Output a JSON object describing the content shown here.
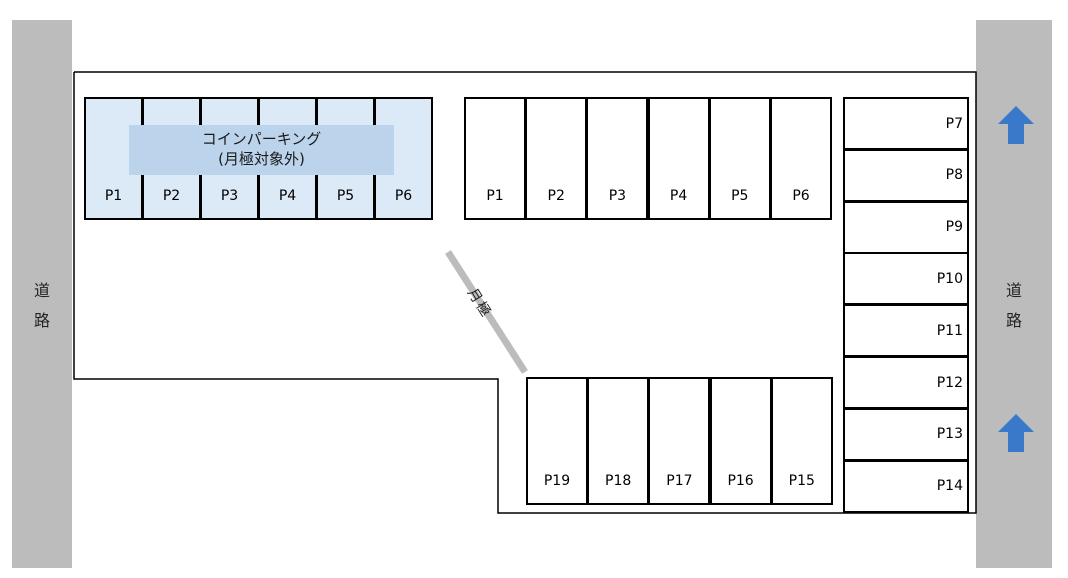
{
  "roads": {
    "left_label": "道\n路",
    "right_label": "道\n路",
    "color": "#bcbcbc"
  },
  "coin_parking": {
    "title": "コインパーキング",
    "subtitle": "(月極対象外)",
    "color": "#dce9f6",
    "stalls": [
      "P1",
      "P2",
      "P3",
      "P4",
      "P5",
      "P6"
    ]
  },
  "monthly_top": {
    "stalls": [
      "P1",
      "P2",
      "P3",
      "P4",
      "P5",
      "P6"
    ]
  },
  "monthly_right": {
    "stalls": [
      "P7",
      "P8",
      "P9",
      "P10",
      "P11",
      "P12",
      "P13",
      "P14"
    ]
  },
  "monthly_bottom": {
    "stalls": [
      "P19",
      "P18",
      "P17",
      "P16",
      "P15"
    ]
  },
  "gate": {
    "label": "月極",
    "color": "#bcbcbc"
  },
  "arrows": {
    "direction": "up",
    "color": "#3a78c9",
    "icon": "arrow-up-icon"
  }
}
